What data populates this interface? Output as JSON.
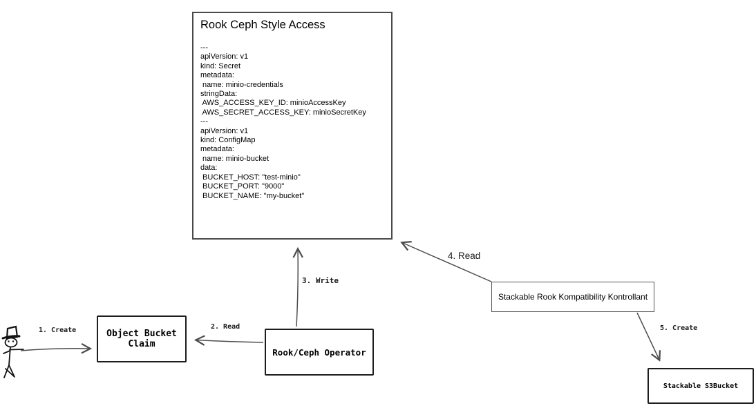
{
  "diagram": {
    "background": "#ffffff",
    "colors": {
      "connector_line": "#4d4d4d",
      "box_border_clean": "#4a4a4a",
      "box_border_sketch": "#1d1d1d",
      "text": "#000000"
    },
    "actor": {
      "icon": "stick-figure-top-hat-icon",
      "role": "user"
    },
    "spec_box": {
      "title": "Rook Ceph Style Access",
      "yaml": "---\napiVersion: v1\nkind: Secret\nmetadata:\n name: minio-credentials\nstringData:\n AWS_ACCESS_KEY_ID: minioAccessKey\n AWS_SECRET_ACCESS_KEY: minioSecretKey\n---\napiVersion: v1\nkind: ConfigMap\nmetadata:\n name: minio-bucket\ndata:\n BUCKET_HOST: \"test-minio\"\n BUCKET_PORT: \"9000\"\n BUCKET_NAME: \"my-bucket\""
    },
    "nodes": {
      "object_bucket_claim": {
        "label": "Object Bucket\nClaim"
      },
      "rook_ceph_operator": {
        "label": "Rook/Ceph Operator"
      },
      "stackable_kontrollant": {
        "label": "Stackable Rook Kompatibility Kontrollant"
      },
      "stackable_s3bucket": {
        "label": "Stackable S3Bucket"
      }
    },
    "edges": [
      {
        "label": "1. Create",
        "from": "user",
        "to": "object_bucket_claim"
      },
      {
        "label": "2. Read",
        "from": "rook_ceph_operator",
        "to": "object_bucket_claim"
      },
      {
        "label": "3. Write",
        "from": "rook_ceph_operator",
        "to": "rook_ceph_style_access"
      },
      {
        "label": "4. Read",
        "from": "stackable_kontrollant",
        "to": "rook_ceph_style_access"
      },
      {
        "label": "5. Create",
        "from": "stackable_kontrollant",
        "to": "stackable_s3bucket"
      }
    ]
  }
}
